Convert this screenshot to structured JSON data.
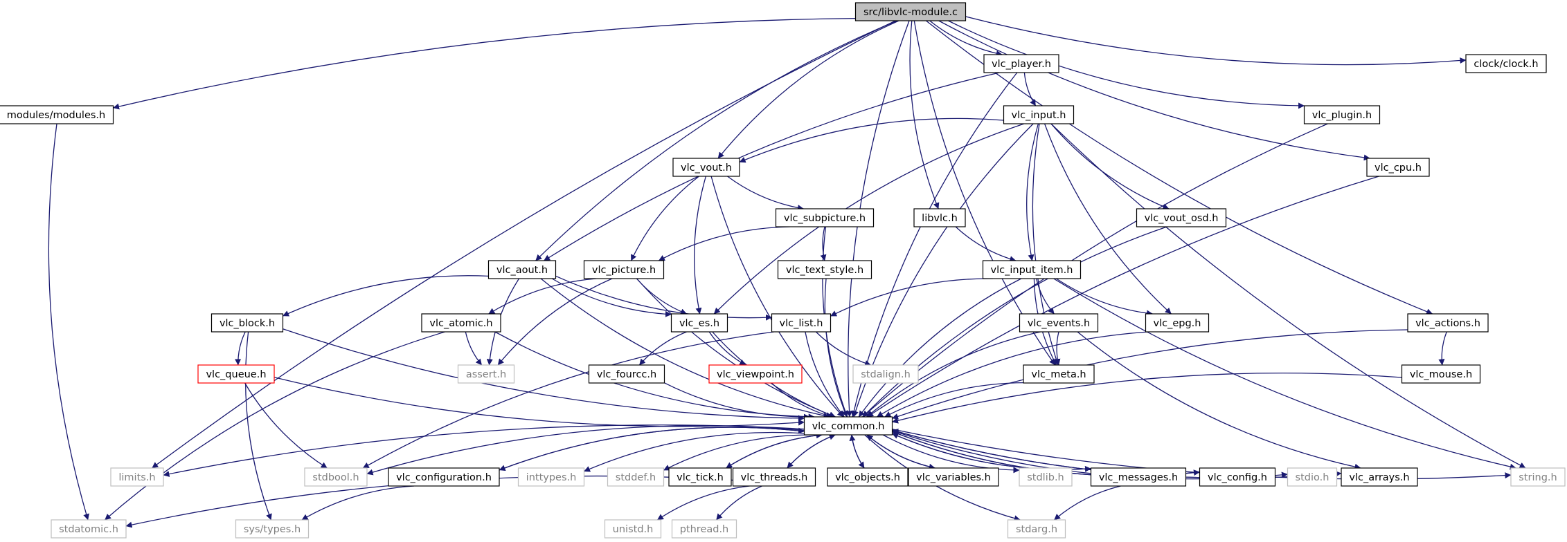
{
  "graph": {
    "type": "include-dependency-graph",
    "colors": {
      "edge": "#191970",
      "node_border": "#000000",
      "root_fill": "#bfbfbf",
      "missing_border": "#bfbfbf",
      "missing_text": "#808080",
      "truncated_border": "#ff0000",
      "text": "#000000"
    },
    "nodes": [
      {
        "id": "root",
        "label": "src/libvlc-module.c",
        "kind": "root"
      },
      {
        "id": "modules",
        "label": "modules/modules.h",
        "kind": "normal"
      },
      {
        "id": "limits",
        "label": "limits.h",
        "kind": "missing"
      },
      {
        "id": "player",
        "label": "vlc_player.h",
        "kind": "normal"
      },
      {
        "id": "plugin",
        "label": "vlc_plugin.h",
        "kind": "normal"
      },
      {
        "id": "clock",
        "label": "clock/clock.h",
        "kind": "normal"
      },
      {
        "id": "input",
        "label": "vlc_input.h",
        "kind": "normal"
      },
      {
        "id": "vout",
        "label": "vlc_vout.h",
        "kind": "normal"
      },
      {
        "id": "cpu",
        "label": "vlc_cpu.h",
        "kind": "normal"
      },
      {
        "id": "subpicture",
        "label": "vlc_subpicture.h",
        "kind": "normal"
      },
      {
        "id": "libvlc",
        "label": "libvlc.h",
        "kind": "normal"
      },
      {
        "id": "vout_osd",
        "label": "vlc_vout_osd.h",
        "kind": "normal"
      },
      {
        "id": "aout",
        "label": "vlc_aout.h",
        "kind": "normal"
      },
      {
        "id": "picture",
        "label": "vlc_picture.h",
        "kind": "normal"
      },
      {
        "id": "text_style",
        "label": "vlc_text_style.h",
        "kind": "normal"
      },
      {
        "id": "input_item",
        "label": "vlc_input_item.h",
        "kind": "normal"
      },
      {
        "id": "block",
        "label": "vlc_block.h",
        "kind": "normal"
      },
      {
        "id": "atomic",
        "label": "vlc_atomic.h",
        "kind": "normal"
      },
      {
        "id": "es",
        "label": "vlc_es.h",
        "kind": "normal"
      },
      {
        "id": "list",
        "label": "vlc_list.h",
        "kind": "normal"
      },
      {
        "id": "events",
        "label": "vlc_events.h",
        "kind": "normal"
      },
      {
        "id": "epg",
        "label": "vlc_epg.h",
        "kind": "normal"
      },
      {
        "id": "actions",
        "label": "vlc_actions.h",
        "kind": "normal"
      },
      {
        "id": "queue",
        "label": "vlc_queue.h",
        "kind": "truncated"
      },
      {
        "id": "assert",
        "label": "assert.h",
        "kind": "missing"
      },
      {
        "id": "fourcc",
        "label": "vlc_fourcc.h",
        "kind": "normal"
      },
      {
        "id": "viewpoint",
        "label": "vlc_viewpoint.h",
        "kind": "truncated"
      },
      {
        "id": "stdalign",
        "label": "stdalign.h",
        "kind": "missing"
      },
      {
        "id": "meta",
        "label": "vlc_meta.h",
        "kind": "normal"
      },
      {
        "id": "mouse",
        "label": "vlc_mouse.h",
        "kind": "normal"
      },
      {
        "id": "common",
        "label": "vlc_common.h",
        "kind": "normal"
      },
      {
        "id": "stdbool",
        "label": "stdbool.h",
        "kind": "missing"
      },
      {
        "id": "configuration",
        "label": "vlc_configuration.h",
        "kind": "normal"
      },
      {
        "id": "inttypes",
        "label": "inttypes.h",
        "kind": "missing"
      },
      {
        "id": "stddef",
        "label": "stddef.h",
        "kind": "missing"
      },
      {
        "id": "tick",
        "label": "vlc_tick.h",
        "kind": "normal"
      },
      {
        "id": "threads",
        "label": "vlc_threads.h",
        "kind": "normal"
      },
      {
        "id": "objects",
        "label": "vlc_objects.h",
        "kind": "normal"
      },
      {
        "id": "variables",
        "label": "vlc_variables.h",
        "kind": "normal"
      },
      {
        "id": "stdlib",
        "label": "stdlib.h",
        "kind": "missing"
      },
      {
        "id": "messages",
        "label": "vlc_messages.h",
        "kind": "normal"
      },
      {
        "id": "config",
        "label": "vlc_config.h",
        "kind": "normal"
      },
      {
        "id": "stdio",
        "label": "stdio.h",
        "kind": "missing"
      },
      {
        "id": "arrays",
        "label": "vlc_arrays.h",
        "kind": "normal"
      },
      {
        "id": "string",
        "label": "string.h",
        "kind": "missing"
      },
      {
        "id": "stdatomic",
        "label": "stdatomic.h",
        "kind": "missing"
      },
      {
        "id": "systypes",
        "label": "sys/types.h",
        "kind": "missing"
      },
      {
        "id": "unistd",
        "label": "unistd.h",
        "kind": "missing"
      },
      {
        "id": "pthread",
        "label": "pthread.h",
        "kind": "missing"
      },
      {
        "id": "stdarg",
        "label": "stdarg.h",
        "kind": "missing"
      }
    ],
    "edges": [
      [
        "root",
        "modules"
      ],
      [
        "root",
        "limits"
      ],
      [
        "root",
        "aout"
      ],
      [
        "root",
        "common"
      ],
      [
        "root",
        "vout"
      ],
      [
        "root",
        "player"
      ],
      [
        "root",
        "meta"
      ],
      [
        "root",
        "libvlc"
      ],
      [
        "root",
        "plugin"
      ],
      [
        "root",
        "cpu"
      ],
      [
        "root",
        "actions"
      ],
      [
        "root",
        "clock"
      ],
      [
        "modules",
        "stdatomic"
      ],
      [
        "player",
        "input"
      ],
      [
        "player",
        "aout"
      ],
      [
        "player",
        "common"
      ],
      [
        "plugin",
        "common"
      ],
      [
        "cpu",
        "common"
      ],
      [
        "input",
        "vout"
      ],
      [
        "input",
        "es"
      ],
      [
        "input",
        "meta"
      ],
      [
        "input",
        "input_item"
      ],
      [
        "input",
        "vout_osd"
      ],
      [
        "input",
        "epg"
      ],
      [
        "input",
        "common"
      ],
      [
        "input",
        "string"
      ],
      [
        "vout",
        "subpicture"
      ],
      [
        "vout",
        "picture"
      ],
      [
        "vout",
        "es"
      ],
      [
        "vout",
        "common"
      ],
      [
        "subpicture",
        "picture"
      ],
      [
        "subpicture",
        "text_style"
      ],
      [
        "subpicture",
        "common"
      ],
      [
        "libvlc",
        "input_item"
      ],
      [
        "vout_osd",
        "common"
      ],
      [
        "aout",
        "block"
      ],
      [
        "aout",
        "list"
      ],
      [
        "aout",
        "es"
      ],
      [
        "aout",
        "assert"
      ],
      [
        "aout",
        "common"
      ],
      [
        "picture",
        "atomic"
      ],
      [
        "picture",
        "es"
      ],
      [
        "picture",
        "assert"
      ],
      [
        "picture",
        "common"
      ],
      [
        "text_style",
        "common"
      ],
      [
        "input_item",
        "list"
      ],
      [
        "input_item",
        "events"
      ],
      [
        "input_item",
        "epg"
      ],
      [
        "input_item",
        "meta"
      ],
      [
        "input_item",
        "common"
      ],
      [
        "input_item",
        "string"
      ],
      [
        "block",
        "queue"
      ],
      [
        "block",
        "systypes"
      ],
      [
        "block",
        "common"
      ],
      [
        "atomic",
        "assert"
      ],
      [
        "atomic",
        "common"
      ],
      [
        "atomic",
        "stdatomic"
      ],
      [
        "es",
        "fourcc"
      ],
      [
        "es",
        "viewpoint"
      ],
      [
        "es",
        "common"
      ],
      [
        "list",
        "stdalign"
      ],
      [
        "list",
        "common"
      ],
      [
        "list",
        "stdbool"
      ],
      [
        "events",
        "meta"
      ],
      [
        "events",
        "arrays"
      ],
      [
        "events",
        "common"
      ],
      [
        "epg",
        "common"
      ],
      [
        "actions",
        "mouse"
      ],
      [
        "actions",
        "common"
      ],
      [
        "queue",
        "stdbool"
      ],
      [
        "queue",
        "common"
      ],
      [
        "fourcc",
        "common"
      ],
      [
        "viewpoint",
        "common"
      ],
      [
        "meta",
        "common"
      ],
      [
        "mouse",
        "common"
      ],
      [
        "common",
        "limits"
      ],
      [
        "common",
        "stdbool"
      ],
      [
        "common",
        "configuration"
      ],
      [
        "common",
        "inttypes"
      ],
      [
        "common",
        "stddef"
      ],
      [
        "common",
        "tick"
      ],
      [
        "common",
        "threads"
      ],
      [
        "common",
        "objects"
      ],
      [
        "common",
        "variables"
      ],
      [
        "common",
        "stdlib"
      ],
      [
        "common",
        "messages"
      ],
      [
        "common",
        "config"
      ],
      [
        "common",
        "stdio"
      ],
      [
        "common",
        "arrays"
      ],
      [
        "common",
        "string"
      ],
      [
        "common",
        "stdarg"
      ],
      [
        "configuration",
        "common"
      ],
      [
        "configuration",
        "systypes"
      ],
      [
        "tick",
        "common"
      ],
      [
        "threads",
        "common"
      ],
      [
        "objects",
        "common"
      ],
      [
        "variables",
        "common"
      ],
      [
        "messages",
        "common"
      ],
      [
        "config",
        "common"
      ],
      [
        "arrays",
        "common"
      ],
      [
        "threads",
        "stdatomic"
      ],
      [
        "threads",
        "unistd"
      ],
      [
        "threads",
        "pthread"
      ],
      [
        "messages",
        "stdarg"
      ]
    ]
  }
}
